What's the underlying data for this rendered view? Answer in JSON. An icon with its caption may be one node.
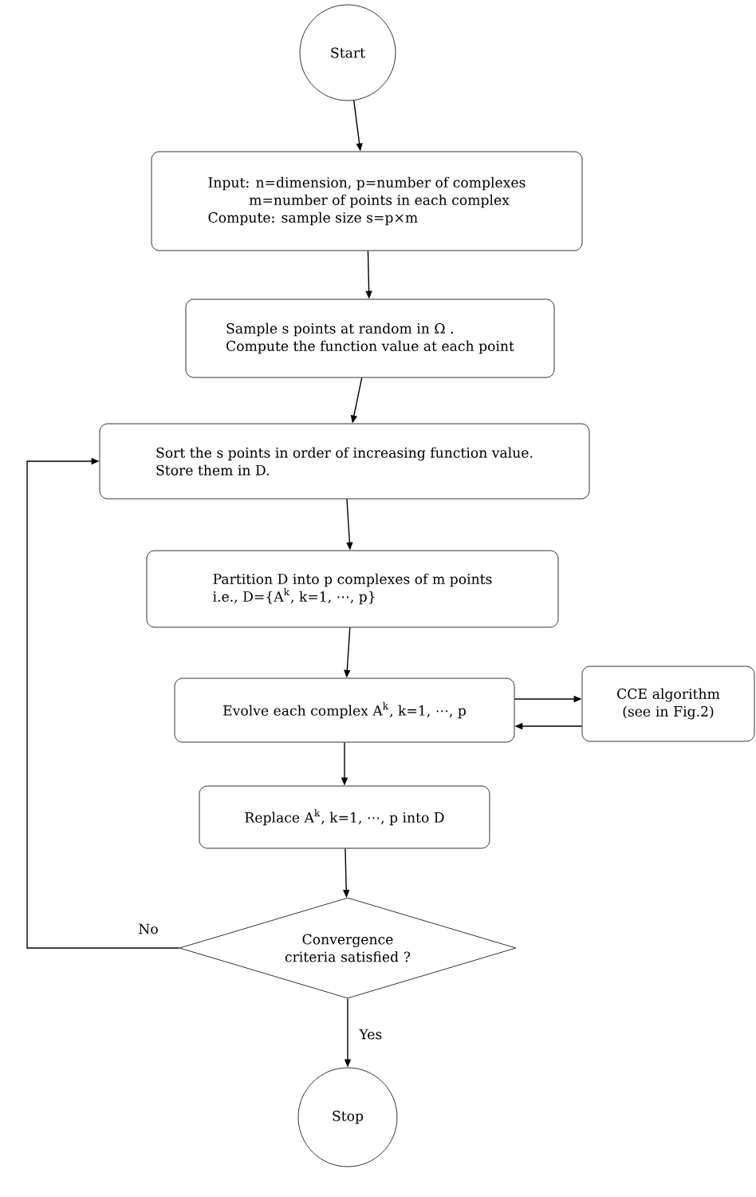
{
  "diagram": {
    "nodes": [
      {
        "text": [
          "Start"
        ]
      },
      {
        "text": [
          "Input: n=dimension, p=number of complexes",
          "m=number of points in each complex",
          "Compute: sample size s=p×m"
        ]
      },
      {
        "text": [
          "Sample s points at random in Ω .",
          "Compute the function value at each point"
        ]
      },
      {
        "text": [
          "Sort the s points in order of increasing function value.",
          "Store them in D."
        ]
      },
      {
        "text": [
          "Partition D into p complexes of m points",
          "i.e., D={A$^{k}$, k=1, ⋯, p}"
        ]
      },
      {
        "text": [
          "Evolve each complex A$^{k}$, k=1, ⋯, p"
        ]
      },
      {
        "text": [
          "CCE algorithm (see in Fig.2)"
        ]
      },
      {
        "text": [
          "Replace A$^{k}$, k=1, ⋯, p into D"
        ]
      },
      {
        "text": [
          "Convergence criteria satisfied ?"
        ]
      },
      {
        "text": [
          "Stop"
        ]
      }
    ],
    "edges": [
      {
        "from": 0,
        "to": 1,
        "arrow": "to"
      },
      {
        "from": 1,
        "to": 2,
        "arrow": "to"
      },
      {
        "from": 2,
        "to": 3,
        "arrow": "to"
      },
      {
        "from": 3,
        "to": 4,
        "arrow": "to"
      },
      {
        "from": 4,
        "to": 5,
        "arrow": "to"
      },
      {
        "from": 5,
        "to": 6,
        "arrow": "to"
      },
      {
        "from": 6,
        "to": 5,
        "arrow": "to"
      },
      {
        "from": 5,
        "to": 7,
        "arrow": "to"
      },
      {
        "from": 7,
        "to": 8,
        "arrow": "to"
      },
      {
        "from": 8,
        "to": 9,
        "label": "Yes",
        "arrow": "to"
      },
      {
        "from": 8,
        "to": 3,
        "label": "No",
        "arrow": "to"
      }
    ]
  }
}
